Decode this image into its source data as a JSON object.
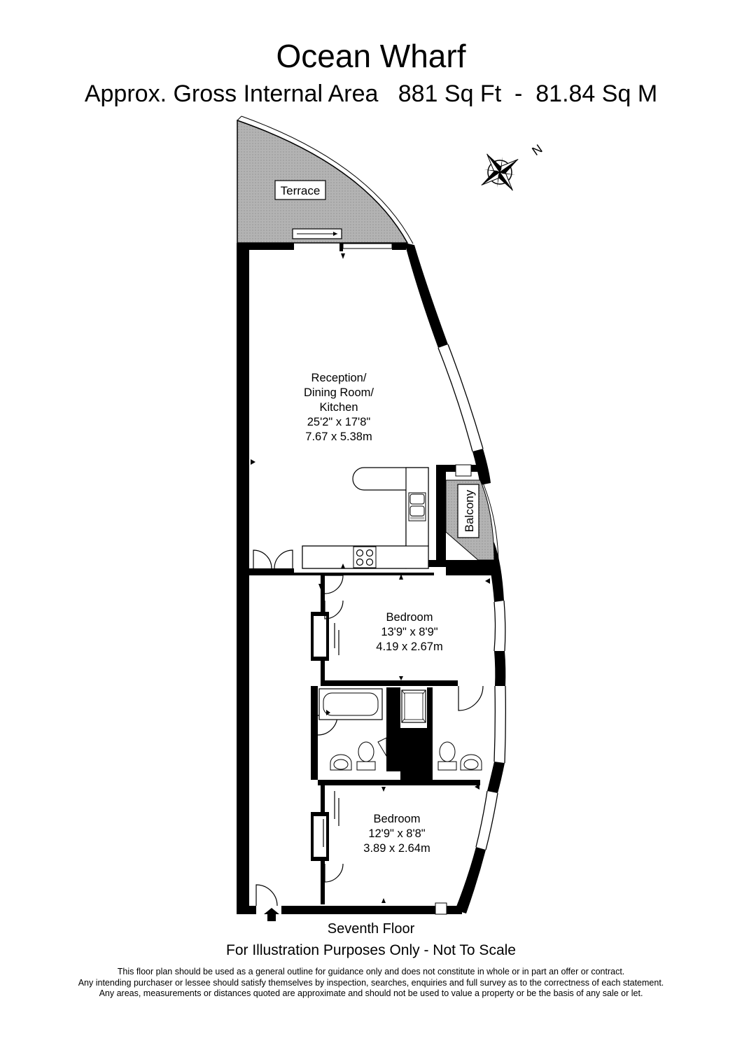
{
  "header": {
    "title": "Ocean Wharf",
    "subtitle": "Approx. Gross Internal Area   881 Sq Ft  -  81.84 Sq M"
  },
  "compass": {
    "label": "N"
  },
  "rooms": {
    "terrace": {
      "name": "Terrace"
    },
    "balcony": {
      "name": "Balcony"
    },
    "reception": {
      "line1": "Reception/",
      "line2": "Dining Room/",
      "line3": "Kitchen",
      "imperial": "25'2\" x 17'8\"",
      "metric": "7.67 x 5.38m"
    },
    "bedroom1": {
      "name": "Bedroom",
      "imperial": "13'9\" x 8'9\"",
      "metric": "4.19 x 2.67m"
    },
    "bedroom2": {
      "name": "Bedroom",
      "imperial": "12'9\" x 8'8\"",
      "metric": "3.89 x 2.64m"
    }
  },
  "footer": {
    "floor": "Seventh Floor",
    "illustration": "For Illustration Purposes Only - Not To Scale",
    "disclaimer": [
      "This floor plan should be used as a general outline for guidance only and does not constitute in whole or in part an offer or contract.",
      "Any intending purchaser or lessee should satisfy themselves by inspection, searches, enquiries and full survey as to the correctness of each statement.",
      "Any areas, measurements or distances quoted are approximate and should not be used to value a property or be the basis of any sale or let."
    ]
  },
  "colors": {
    "wall": "#000000",
    "hatch": "#b3b3b3",
    "background": "#ffffff"
  }
}
